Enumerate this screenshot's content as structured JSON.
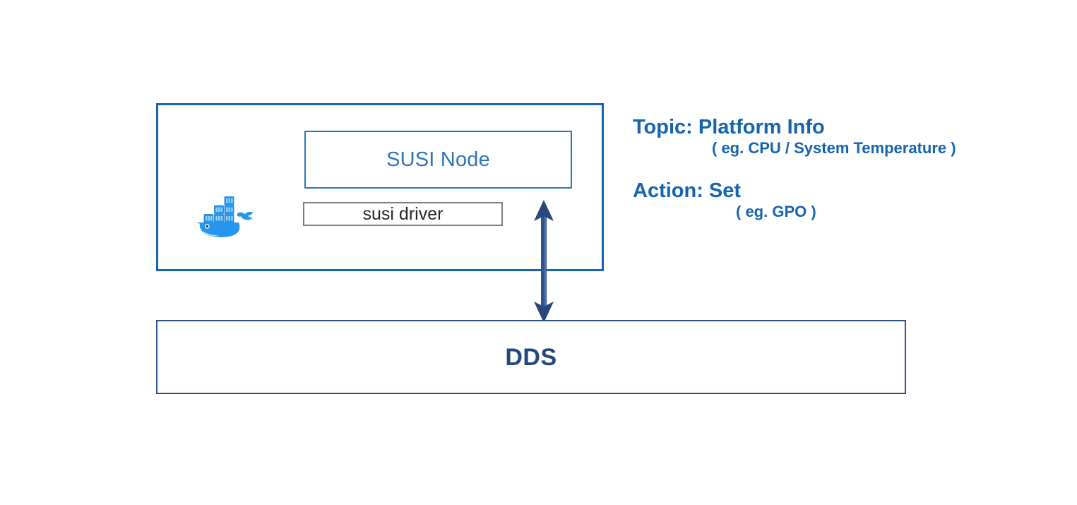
{
  "diagram": {
    "title": "SUSI Node and DDS architecture",
    "colors": {
      "container_border": "#1565B0",
      "node_box_border": "#2E75B6",
      "node_text": "#2E75B6",
      "driver_box_border": "#7F7F7F",
      "driver_text": "#262626",
      "dds_border": "#2E5390",
      "dds_text": "#23477F",
      "annotation_text": "#1565AE",
      "arrow": "#2E5390",
      "docker_blue": "#2496ED",
      "background": "#FFFFFF"
    }
  },
  "node_container": {
    "name": "susi-node-host-container",
    "docker_icon_label": "docker-whale-icon",
    "susi_node_box": {
      "label": "SUSI Node"
    },
    "susi_driver_box": {
      "label": "susi driver"
    }
  },
  "arrow": {
    "name": "bidirectional-arrow",
    "direction": "both",
    "connects": [
      "SUSI Node",
      "DDS"
    ]
  },
  "dds_box": {
    "label": "DDS"
  },
  "annotations": [
    {
      "title": "Topic: Platform Info",
      "subtitle": "( eg. CPU / System Temperature )"
    },
    {
      "title": "Action: Set",
      "subtitle": "( eg. GPO )"
    }
  ]
}
